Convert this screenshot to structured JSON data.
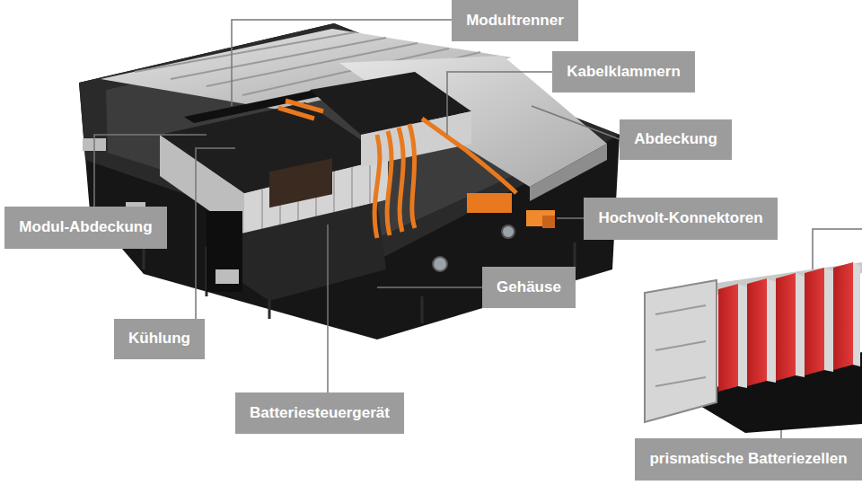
{
  "diagram": {
    "nodes": [
      {
        "text": [
          "Modultrenner"
        ]
      },
      {
        "text": [
          "Kabelklammern"
        ]
      },
      {
        "text": [
          "Abdeckung"
        ]
      },
      {
        "text": [
          "Hochvolt-Konnektoren"
        ]
      },
      {
        "text": [
          "Modul-Abdeckung"
        ]
      },
      {
        "text": [
          "Gehäuse"
        ]
      },
      {
        "text": [
          "Kühlung"
        ]
      },
      {
        "text": [
          "Batteriesteuergerät"
        ]
      },
      {
        "text": [
          "prismatische Batteriezellen"
        ]
      }
    ]
  }
}
